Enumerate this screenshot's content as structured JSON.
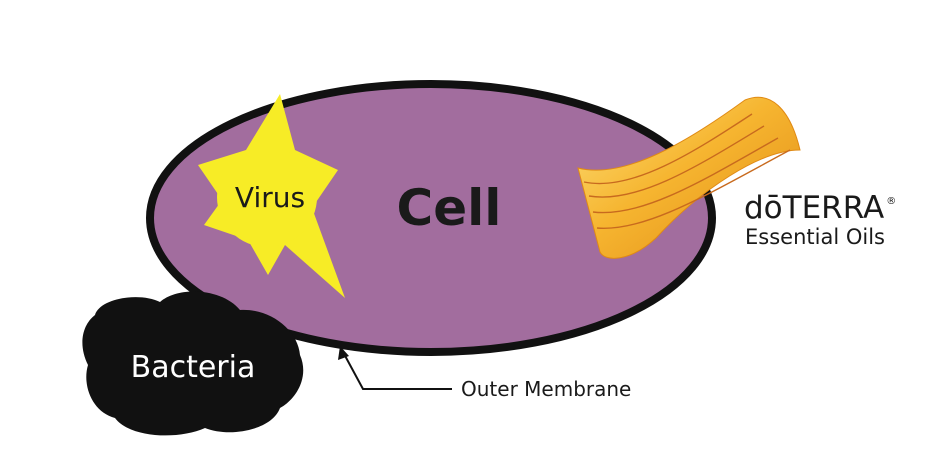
{
  "diagram": {
    "cell_label": "Cell",
    "virus_label": "Virus",
    "bacteria_label": "Bacteria",
    "membrane_label": "Outer Membrane",
    "brand": {
      "name": "dōTERRA",
      "registered_mark": "®",
      "tagline": "Essential Oils"
    }
  },
  "colors": {
    "cell_fill": "#A26D9E",
    "cell_outline": "#111111",
    "virus": "#F7EC26",
    "bacteria": "#111111",
    "ribbon_light": "#FCE07A",
    "ribbon_mid": "#F6B530",
    "ribbon_dark": "#E08A14",
    "ribbon_lines": "#C86A1E",
    "text": "#1a1a1a",
    "text_on_dark": "#ffffff"
  },
  "icons": {
    "virus": "spiked-star",
    "bacteria": "blob",
    "oil": "wavy-ribbon",
    "arrow": "arrow-pointer"
  }
}
